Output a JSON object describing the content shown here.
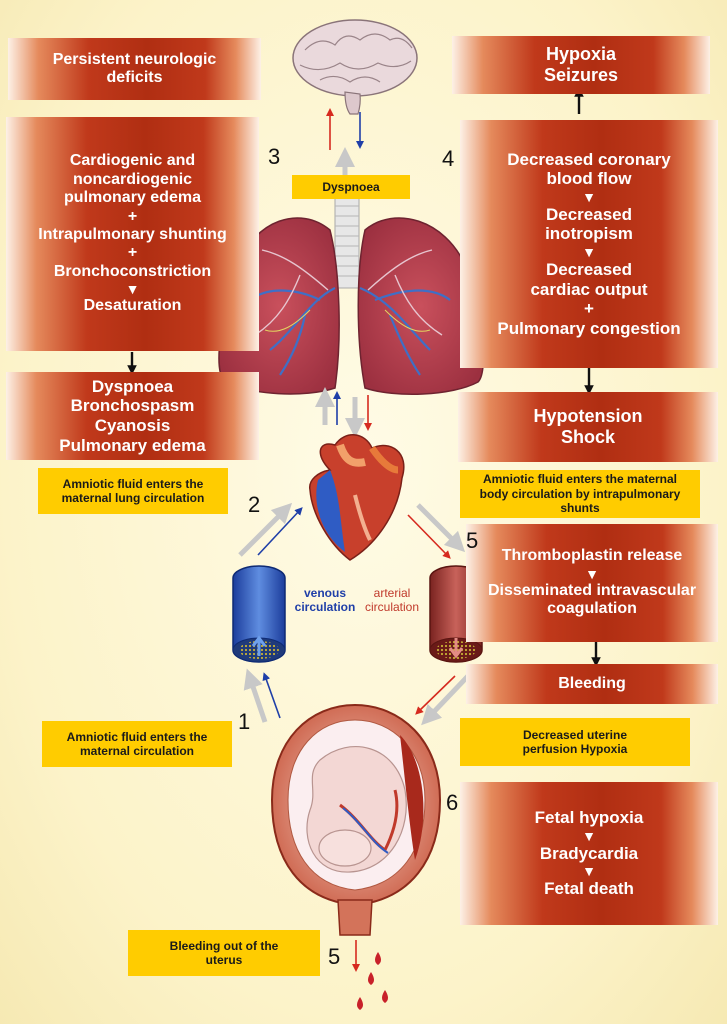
{
  "boxes": {
    "neuro": "Persistent neurologic deficits",
    "hypoxia": [
      "Hypoxia",
      "Seizures"
    ],
    "lung_cascade": [
      "Cardiogenic and noncardiogenic pulmonary edema",
      "+",
      "Intrapulmonary shunting",
      "+",
      "Bronchoconstriction",
      "Desaturation"
    ],
    "symptoms": [
      "Dyspnoea",
      "Bronchospasm",
      "Cyanosis",
      "Pulmonary edema"
    ],
    "cardiac_cascade": [
      "Decreased coronary blood flow",
      "Decreased inotropism",
      "Decreased cardiac output",
      "+",
      "Pulmonary congestion"
    ],
    "hypotension": [
      "Hypotension",
      "Shock"
    ],
    "coag": [
      "Thromboplastin release",
      "Disseminated intravascular coagulation"
    ],
    "bleeding": "Bleeding",
    "fetal": [
      "Fetal hypoxia",
      "Bradycardia",
      "Fetal death"
    ]
  },
  "yellow": {
    "dyspnoea": "Dyspnoea",
    "lung_circ": "Amniotic fluid enters the maternal lung circulation",
    "body_circ": "Amniotic fluid enters the maternal body circulation by intrapulmonary shunts",
    "maternal_circ": "Amniotic fluid enters the maternal circulation",
    "uterine": "Decreased uterine perfusion Hypoxia",
    "bleeding_out": "Bleeding out of the uterus"
  },
  "labels": {
    "venous": "venous circulation",
    "arterial": "arterial circulation"
  },
  "numbers": {
    "n1": "1",
    "n2": "2",
    "n3": "3",
    "n4": "4",
    "n5a": "5",
    "n5b": "5",
    "n6": "6"
  },
  "colors": {
    "venous": "#1f3fa8",
    "arterial": "#c0392b",
    "box_red": "#b02e12",
    "yellow": "#ffcc00"
  }
}
